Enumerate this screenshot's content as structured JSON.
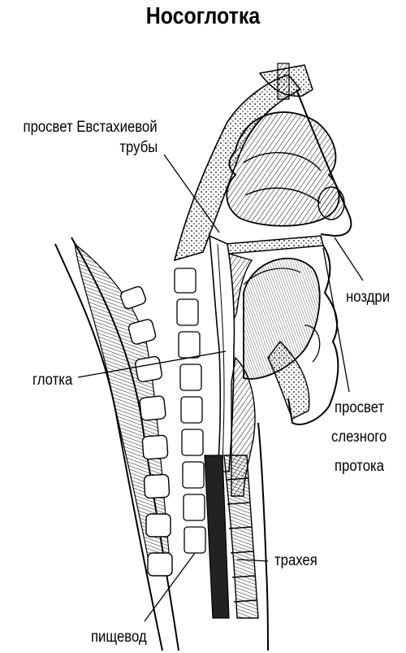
{
  "title": "Носоглотка",
  "labels": {
    "eustachian_line1": "просвет Евстахиевой",
    "eustachian_line2": "трубы",
    "nostrils": "ноздри",
    "pharynx": "глотка",
    "tear_duct_line1": "просвет",
    "tear_duct_line2": "слезного",
    "tear_duct_line3": "протока",
    "trachea": "трахея",
    "esophagus": "пищевод"
  }
}
